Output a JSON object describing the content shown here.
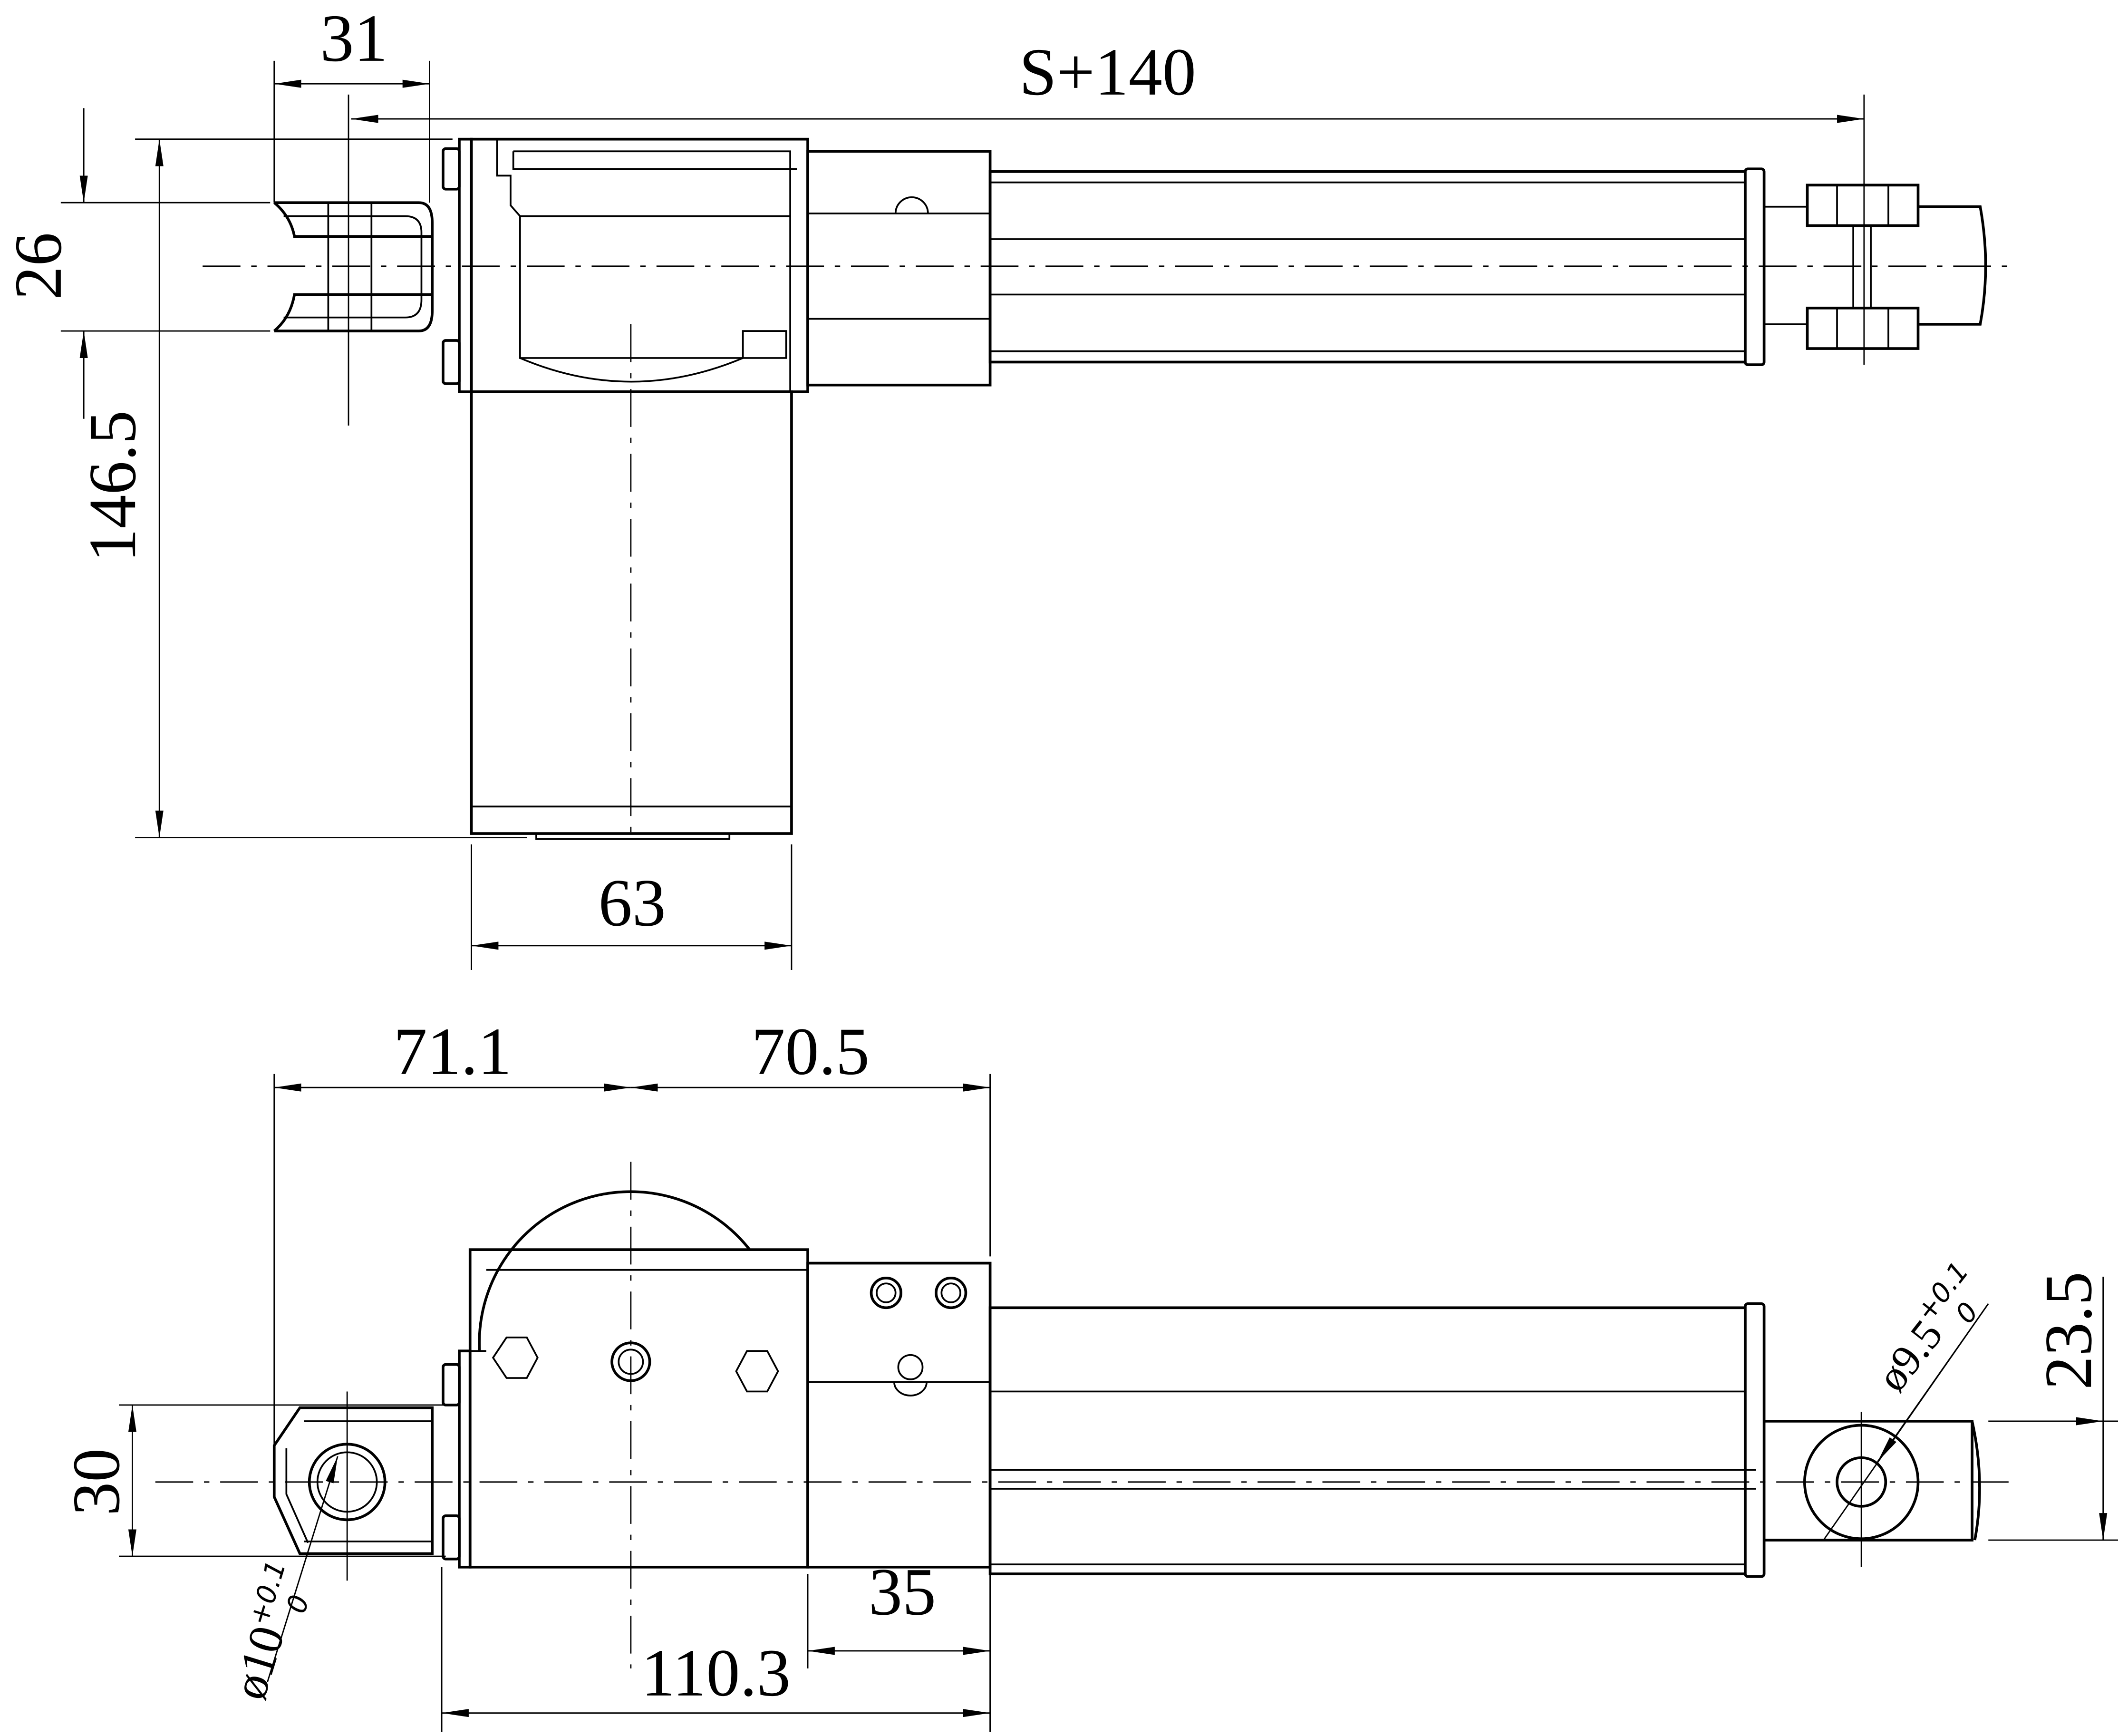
{
  "drawing": {
    "title": "Linear actuator dimension drawing",
    "line_color": "#000000",
    "background": "#ffffff"
  },
  "top_view": {
    "dim_clevis_offset": "31",
    "dim_installed_length": "S+140",
    "dim_clevis_width": "26",
    "dim_motor_height": "146.5",
    "dim_motor_diameter": "63"
  },
  "bottom_view": {
    "dim_rear_to_motor": "71.1",
    "dim_motor_to_front": "70.5",
    "dim_rear_eye_height": "30",
    "dim_rod_end_height": "23.5",
    "dim_front_tube": "35",
    "dim_housing_length": "110.3",
    "rear_hole": {
      "symbol": "ø10",
      "upper_tol": "+0.1",
      "lower_tol": "0"
    },
    "front_hole": {
      "symbol": "ø9.5",
      "upper_tol": "+0.1",
      "lower_tol": "0"
    }
  }
}
